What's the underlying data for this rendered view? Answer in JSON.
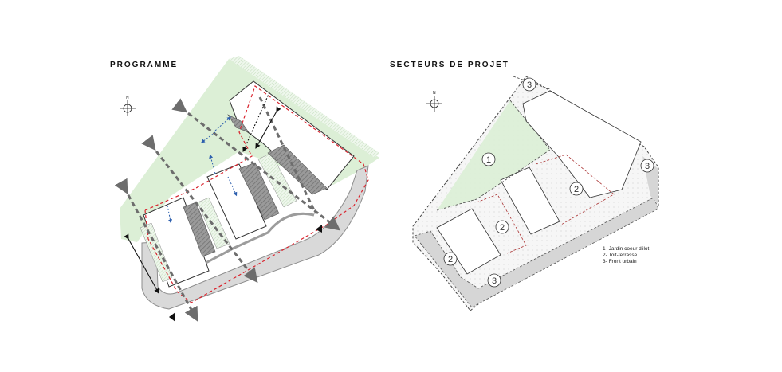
{
  "left_panel": {
    "title": "PROGRAMME"
  },
  "right_panel": {
    "title": "SECTEURS DE PROJET"
  },
  "north_label": "N",
  "legend": {
    "items": [
      "1- Jardin coeur d'ilot",
      "2- Toit-terrasse",
      "3- Front urbain"
    ]
  },
  "badges": {
    "b1": "1",
    "b2a": "2",
    "b2b": "2",
    "b2c": "2",
    "b3a": "3",
    "b3b": "3",
    "b3c": "3"
  },
  "colors": {
    "green": "#dcefd6",
    "road": "#d9d9d9",
    "red_dash": "#d9232d",
    "blue_dash": "#2d5fae",
    "hatch_gray": "#8c8c8c",
    "arrow_gray": "#6d6d6d"
  }
}
